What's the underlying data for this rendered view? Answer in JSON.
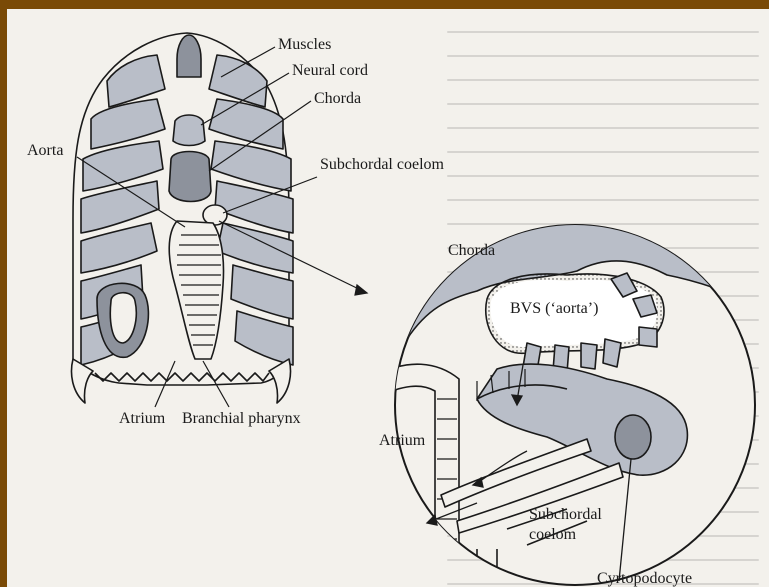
{
  "labels": {
    "muscles": "Muscles",
    "neural_cord": "Neural cord",
    "chorda": "Chorda",
    "aorta": "Aorta",
    "subchordal_coelom": "Subchordal coelom",
    "atrium": "Atrium",
    "branchial_pharynx": "Branchial pharynx",
    "inset_chorda": "Chorda",
    "inset_bvs": "BVS (‘aorta’)",
    "inset_atrium": "Atrium",
    "inset_subchordal": "Subchordal\ncoelom",
    "cyrtopodocyte": "Cyrtopodocyte"
  },
  "colors": {
    "frame": "#7a4a06",
    "paper": "#f3f1ec",
    "tissue": "#b9bec8",
    "dark_tissue": "#8d929c",
    "ink": "#1a1a1a"
  }
}
